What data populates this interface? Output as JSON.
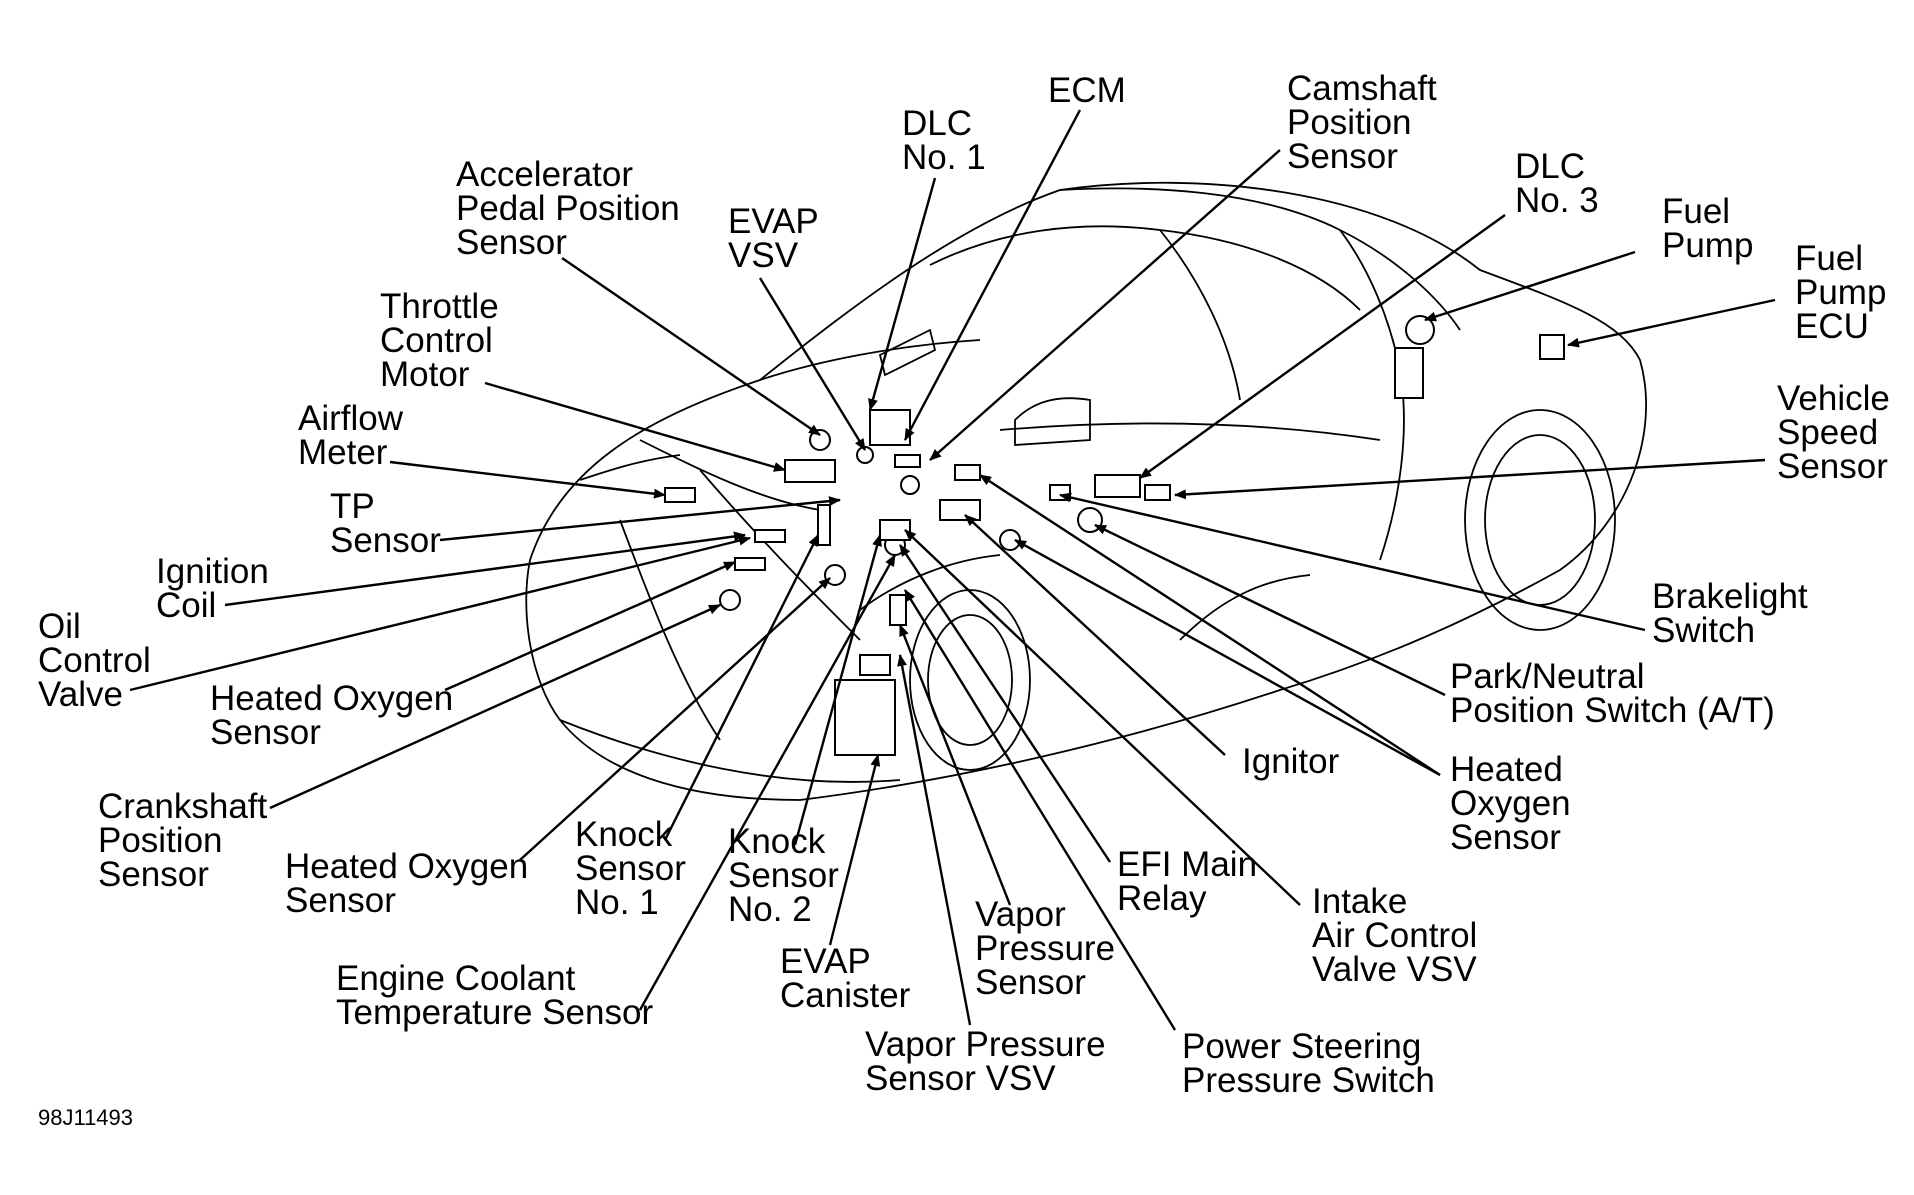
{
  "diagram_code": "98J11493",
  "labels": {
    "ecm": "ECM",
    "dlc_no1": "DLC\nNo. 1",
    "camshaft_position_sensor": "Camshaft\nPosition\nSensor",
    "dlc_no3": "DLC\nNo. 3",
    "fuel_pump": "Fuel\nPump",
    "fuel_pump_ecu": "Fuel\nPump\nECU",
    "vehicle_speed_sensor": "Vehicle\nSpeed\nSensor",
    "accelerator_pedal_position_sensor": "Accelerator\nPedal Position\nSensor",
    "evap_vsv": "EVAP\nVSV",
    "throttle_control_motor": "Throttle\nControl\nMotor",
    "airflow_meter": "Airflow\nMeter",
    "tp_sensor": "TP\nSensor",
    "ignition_coil": "Ignition\nCoil",
    "oil_control_valve": "Oil\nControl\nValve",
    "heated_oxygen_sensor_left": "Heated Oxygen\nSensor",
    "crankshaft_position_sensor": "Crankshaft\nPosition\nSensor",
    "heated_oxygen_sensor_bottom": "Heated Oxygen\nSensor",
    "knock_sensor_no1": "Knock\nSensor\nNo. 1",
    "knock_sensor_no2": "Knock\nSensor\nNo. 2",
    "engine_coolant_temperature_sensor": "Engine Coolant\nTemperature Sensor",
    "evap_canister": "EVAP\nCanister",
    "vapor_pressure_sensor_vsv": "Vapor Pressure\nSensor VSV",
    "vapor_pressure_sensor": "Vapor\nPressure\nSensor",
    "power_steering_pressure_switch": "Power Steering\nPressure Switch",
    "efi_main_relay": "EFI Main\nRelay",
    "intake_air_control_valve_vsv": "Intake\nAir Control\nValve VSV",
    "ignitor": "Ignitor",
    "heated_oxygen_sensor_right": "Heated\nOxygen\nSensor",
    "park_neutral_position_switch": "Park/Neutral\nPosition Switch (A/T)",
    "brakelight_switch": "Brakelight\nSwitch"
  }
}
